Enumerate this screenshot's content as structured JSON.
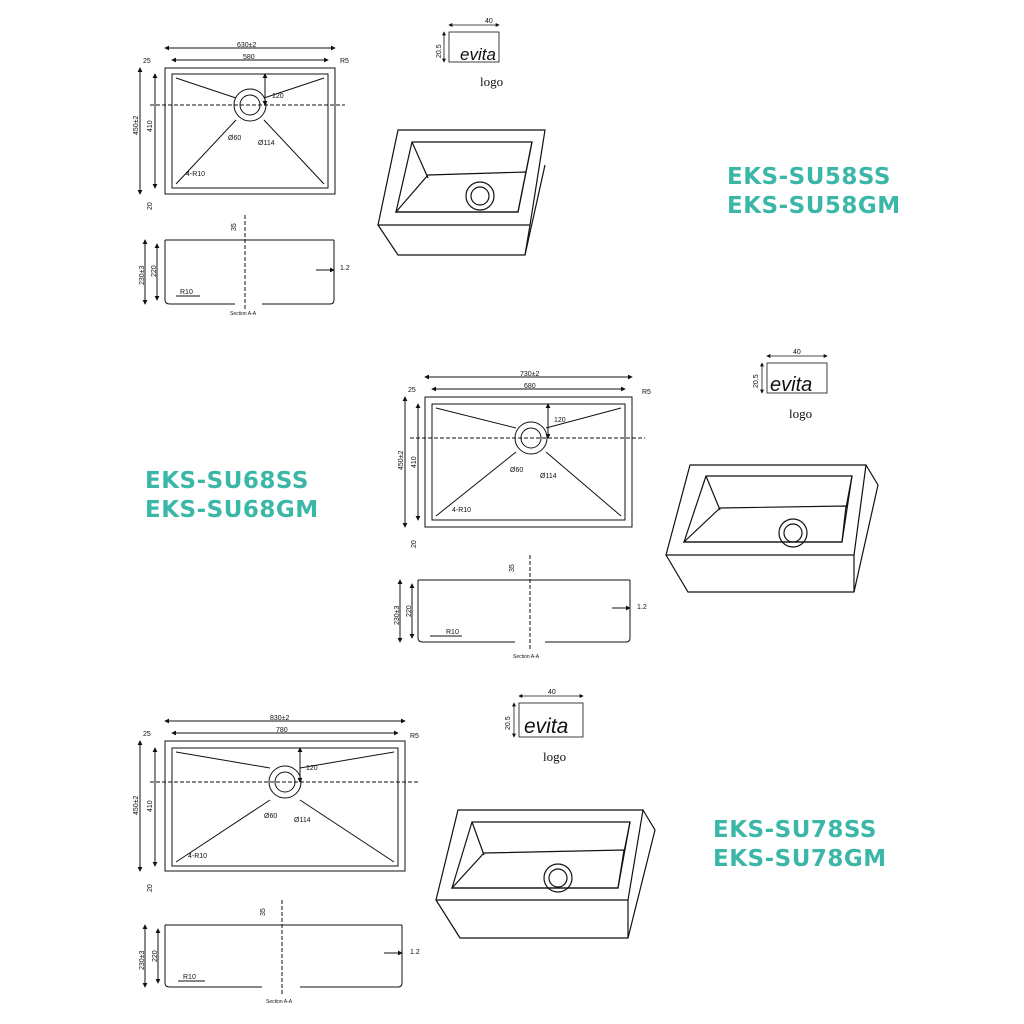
{
  "products": [
    {
      "model_ss": "EKS-SU58SS",
      "model_gm": "EKS-SU58GM",
      "overall_width": "630±2",
      "bowl_width": "580",
      "flange_offset": "25",
      "corner_radius": "R5",
      "drain_offset": "120",
      "drain_inner": "Ø60",
      "drain_outer": "Ø114",
      "inner_radius": "4-R10",
      "overall_depth": "450±2",
      "bowl_depth": "410",
      "bottom_offset": "20",
      "section_drain": "35",
      "section_height_total": "230±3",
      "section_height": "220",
      "section_radius": "R10",
      "thickness": "1.2",
      "section_label": "Section A-A"
    },
    {
      "model_ss": "EKS-SU68SS",
      "model_gm": "EKS-SU68GM",
      "overall_width": "730±2",
      "bowl_width": "680",
      "flange_offset": "25",
      "corner_radius": "R5",
      "drain_offset": "120",
      "drain_inner": "Ø60",
      "drain_outer": "Ø114",
      "inner_radius": "4-R10",
      "overall_depth": "450±2",
      "bowl_depth": "410",
      "bottom_offset": "20",
      "section_drain": "35",
      "section_height_total": "230±3",
      "section_height": "220",
      "section_radius": "R10",
      "thickness": "1.2",
      "section_label": "Section A-A"
    },
    {
      "model_ss": "EKS-SU78SS",
      "model_gm": "EKS-SU78GM",
      "overall_width": "830±2",
      "bowl_width": "780",
      "flange_offset": "25",
      "corner_radius": "R5",
      "drain_offset": "120",
      "drain_inner": "Ø60",
      "drain_outer": "Ø114",
      "inner_radius": "4-R10",
      "overall_depth": "450±2",
      "bowl_depth": "410",
      "bottom_offset": "20",
      "section_drain": "35",
      "section_height_total": "230±3",
      "section_height": "220",
      "section_radius": "R10",
      "thickness": "1.2",
      "section_label": "Section A-A"
    }
  ],
  "logo": {
    "brand": "evita",
    "width_dim": "40",
    "height_dim": "20.5",
    "caption": "logo"
  },
  "colors": {
    "model_text": "#3bb7a8",
    "line": "#111111"
  }
}
